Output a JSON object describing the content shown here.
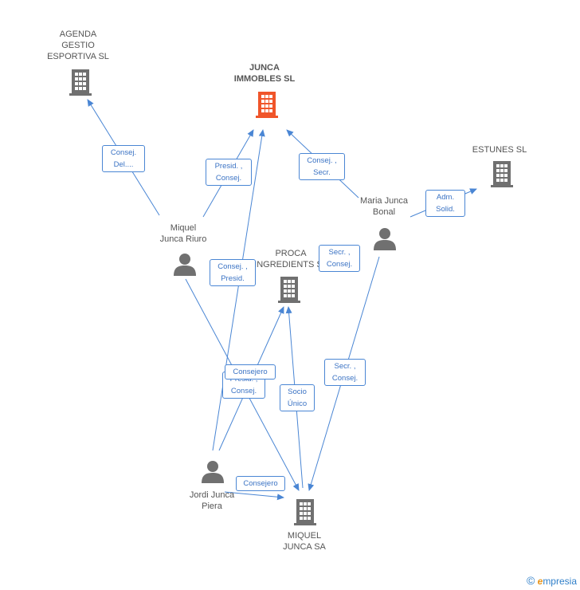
{
  "colors": {
    "edge": "#4a86d4",
    "building": "#707070",
    "main_building": "#f0552a",
    "person": "#707070"
  },
  "nodes": {
    "agenda": {
      "label": "AGENDA\nGESTIO\nESPORTIVA SL",
      "icon": "building-icon"
    },
    "junca_immobles": {
      "label": "JUNCA\nIMMOBLES SL",
      "icon": "building-icon"
    },
    "estunes": {
      "label": "ESTUNES SL",
      "icon": "building-icon"
    },
    "proca": {
      "label": "PROCA\nINGREDIENTS SL",
      "icon": "building-icon"
    },
    "miquel_junca_sa": {
      "label": "MIQUEL\nJUNCA SA",
      "icon": "building-icon"
    },
    "miquel_riuro": {
      "label": "Miquel\nJunca Riuro",
      "icon": "person-icon"
    },
    "maria_bonal": {
      "label": "Maria Junca\nBonal",
      "icon": "person-icon"
    },
    "jordi_piera": {
      "label": "Jordi Junca\nPiera",
      "icon": "person-icon"
    }
  },
  "edges": {
    "e1": "Consej.\nDel....",
    "e2": "Presid. ,\nConsej.",
    "e3": "Consej. ,\nSecr.",
    "e4": "Adm.\nSolid.",
    "e5": "Secr. ,\nConsej.",
    "e6": "Consej. ,\nPresid.",
    "e7": "Consejero",
    "e8": "Presid. ,\nConsej.",
    "e9": "Socio\nÚnico",
    "e10": "Secr. ,\nConsej.",
    "e11": "Consejero"
  },
  "brand": {
    "copyright": "©",
    "e": "e",
    "name": "mpresia"
  }
}
